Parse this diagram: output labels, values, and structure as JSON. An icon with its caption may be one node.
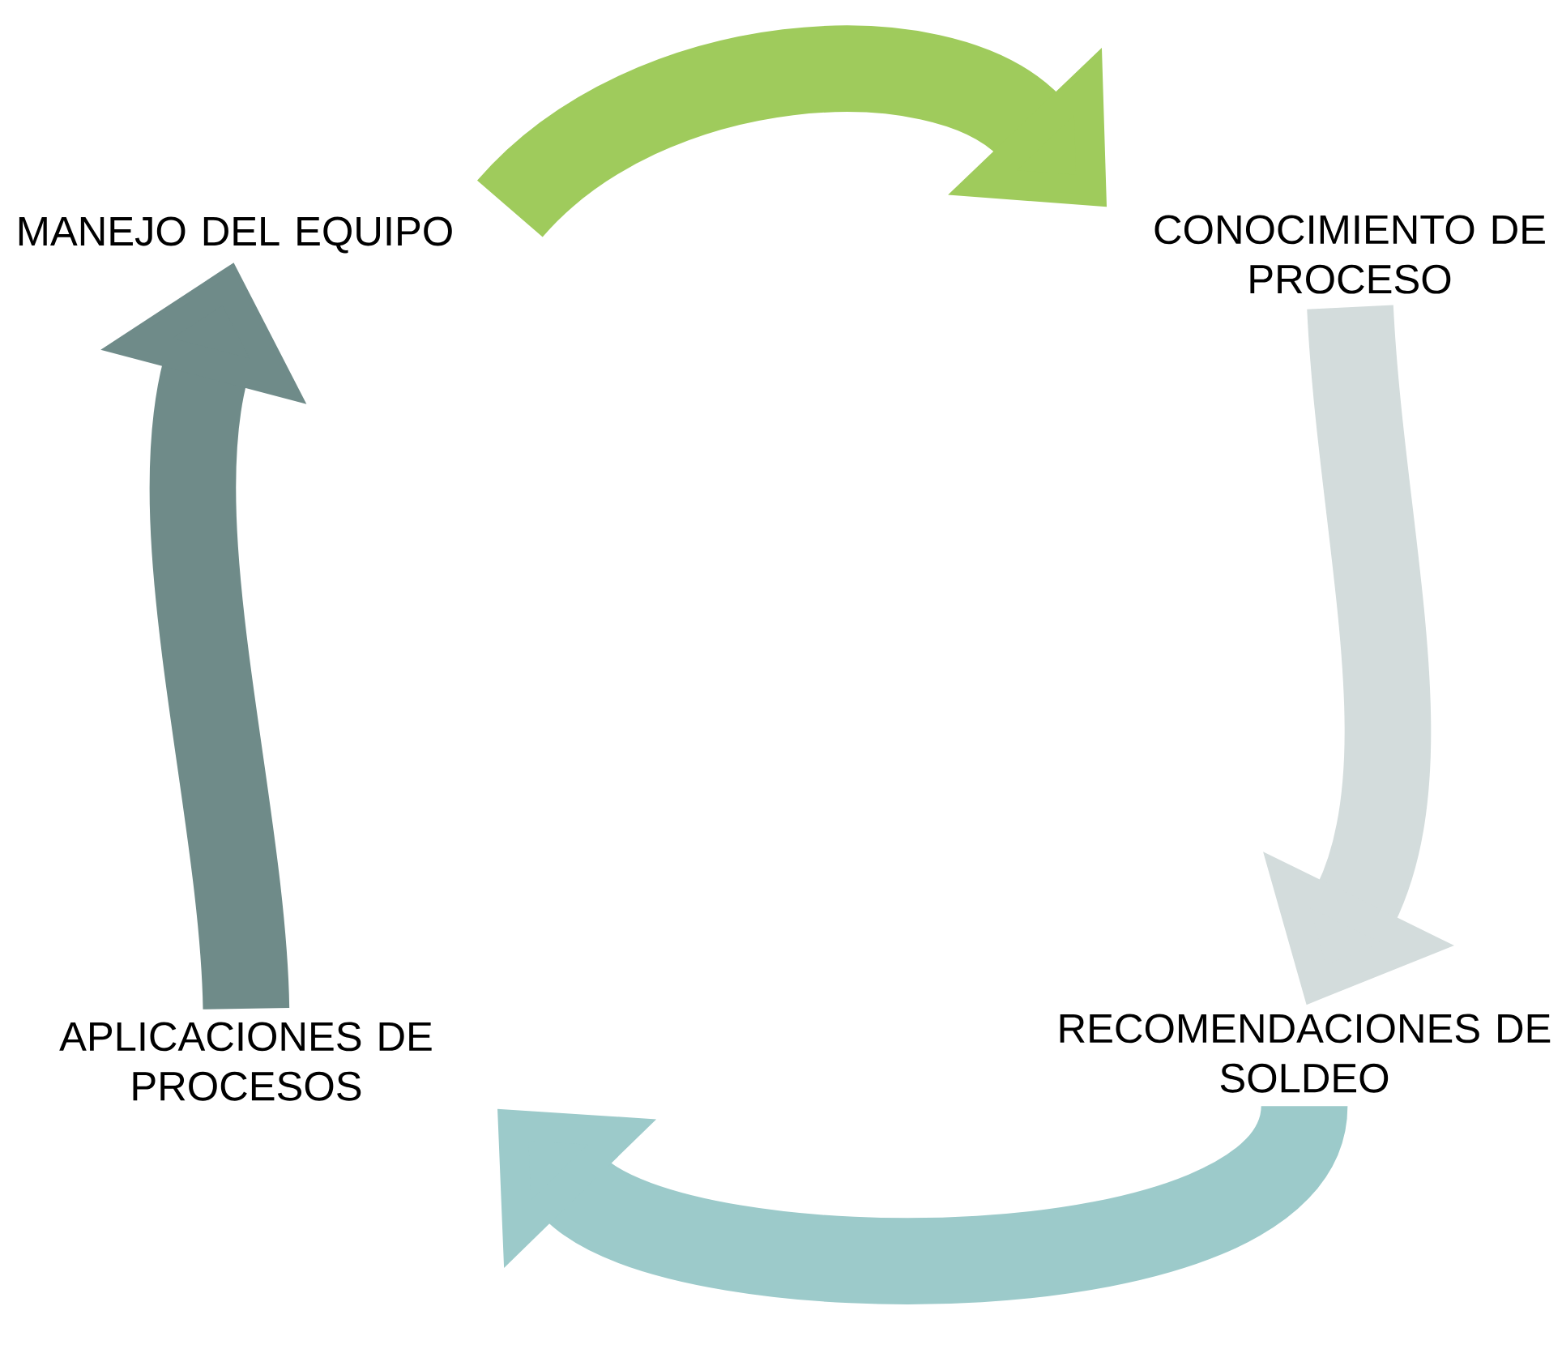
{
  "diagram": {
    "nodes": [
      {
        "text": [
          "MANEJO DEL EQUIPO"
        ]
      },
      {
        "text": [
          "CONOCIMIENTO DE PROCESO"
        ]
      },
      {
        "text": [
          "RECOMENDACIONES DE SOLDEO"
        ]
      },
      {
        "text": [
          "APLICACIONES DE PROCESOS"
        ]
      }
    ],
    "edges": [
      {
        "from": 0,
        "to": 1,
        "arrow": "to",
        "color": "#9fcb5c"
      },
      {
        "from": 1,
        "to": 2,
        "arrow": "to",
        "color": "#d3dcdc"
      },
      {
        "from": 2,
        "to": 3,
        "arrow": "to",
        "color": "#9ccaca"
      },
      {
        "from": 3,
        "to": 0,
        "arrow": "to",
        "color": "#6f8b89"
      }
    ]
  }
}
